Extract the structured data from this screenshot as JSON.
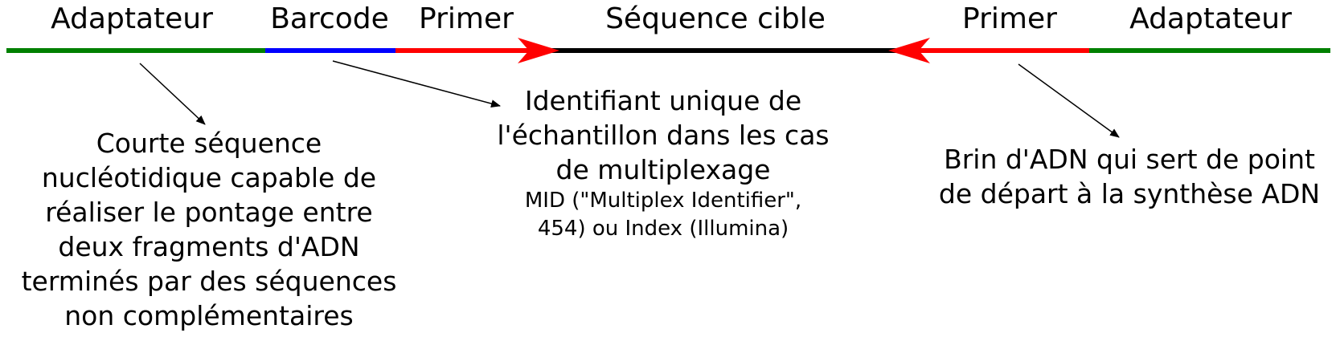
{
  "segments": {
    "adapter_left": {
      "label": "Adaptateur",
      "color": "#008000"
    },
    "barcode": {
      "label": "Barcode",
      "color": "#0000ff"
    },
    "primer_left": {
      "label": "Primer",
      "color": "#ff0000"
    },
    "target": {
      "label": "Séquence cible",
      "color": "#000000"
    },
    "primer_right": {
      "label": "Primer",
      "color": "#ff0000"
    },
    "adapter_right": {
      "label": "Adaptateur",
      "color": "#008000"
    }
  },
  "descriptions": {
    "adapter": [
      "Courte séquence",
      "nucléotidique capable de",
      "réaliser le pontage entre",
      "deux fragments d'ADN",
      "terminés par des séquences",
      "non complémentaires"
    ],
    "barcode": [
      "Identifiant unique de",
      "l'échantillon dans les cas",
      "de multiplexage"
    ],
    "barcode_note": [
      "MID (\"Multiplex Identifier\",",
      "454) ou Index (Illumina)"
    ],
    "primer": [
      "Brin d'ADN qui sert de point",
      "de départ à la synthèse ADN"
    ]
  }
}
